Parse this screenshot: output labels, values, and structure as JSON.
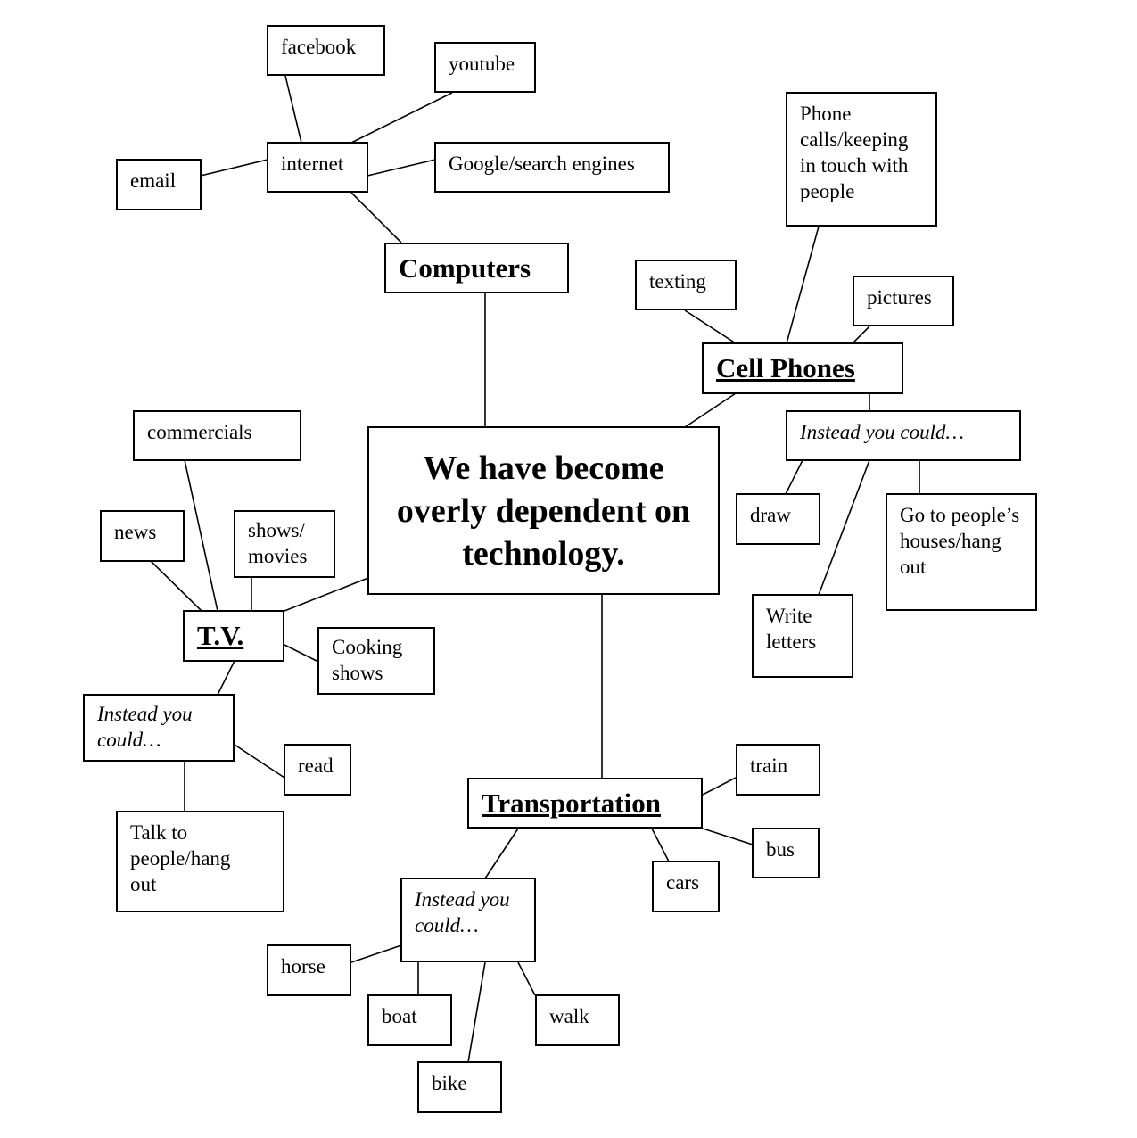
{
  "center": {
    "title": "We have become overly dependent on technology."
  },
  "computers": {
    "label": "Computers",
    "internet": {
      "label": "internet",
      "items": [
        "facebook",
        "youtube",
        "email",
        "Google/search engines"
      ]
    }
  },
  "cell_phones": {
    "label": "Cell Phones",
    "items": [
      "texting",
      "pictures",
      "Phone calls/keeping in touch with people"
    ],
    "instead": {
      "label": "Instead you could…",
      "items": [
        "draw",
        "Write letters",
        "Go to people’s houses/hang out"
      ]
    }
  },
  "tv": {
    "label": "T.V.",
    "items": [
      "commercials",
      "news",
      "shows/ movies",
      "Cooking shows"
    ],
    "instead": {
      "label": "Instead you could…",
      "items": [
        "read",
        "Talk to people/hang out"
      ]
    }
  },
  "transportation": {
    "label": "Transportation",
    "items": [
      "train",
      "bus",
      "cars"
    ],
    "instead": {
      "label": "Instead you could…",
      "items": [
        "horse",
        "boat",
        "walk",
        "bike"
      ]
    }
  }
}
